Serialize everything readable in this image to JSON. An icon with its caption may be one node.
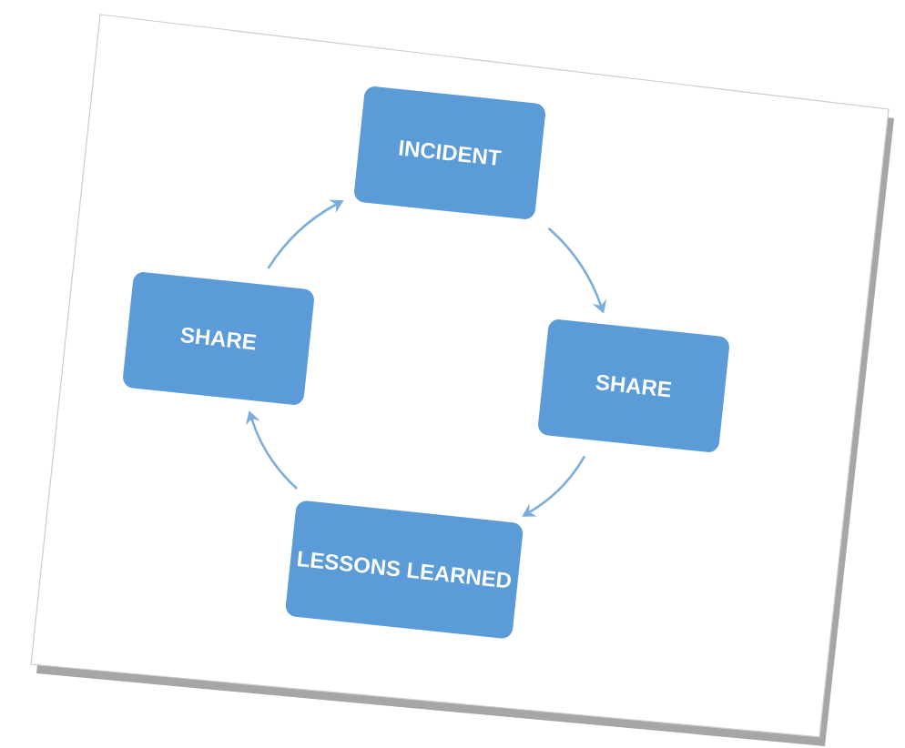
{
  "diagram": {
    "nodes": [
      {
        "text": [
          "INCIDENT"
        ]
      },
      {
        "text": [
          "SHARE"
        ]
      },
      {
        "text": [
          "LESSONS LEARNED"
        ]
      },
      {
        "text": [
          "SHARE"
        ]
      }
    ],
    "edges": [
      {
        "from": 0,
        "to": 1,
        "arrow": "to"
      },
      {
        "from": 1,
        "to": 2,
        "arrow": "to"
      },
      {
        "from": 2,
        "to": 3,
        "arrow": "to"
      },
      {
        "from": 3,
        "to": 0,
        "arrow": "to"
      }
    ]
  }
}
